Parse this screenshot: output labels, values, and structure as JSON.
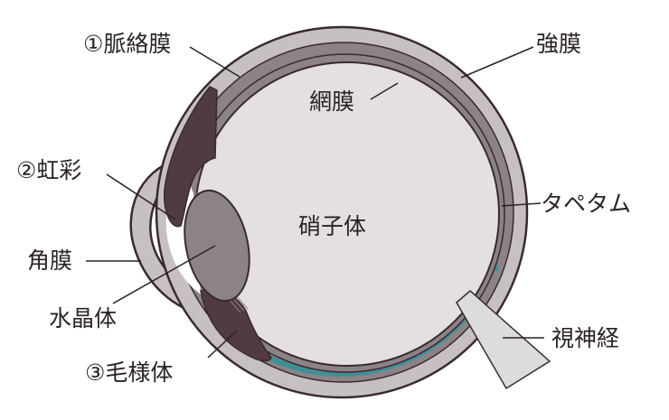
{
  "diagram": {
    "labels": {
      "choroid": "①脈絡膜",
      "sclera": "強膜",
      "retina": "網膜",
      "iris": "②虹彩",
      "vitreous": "硝子体",
      "tapetum": "タペタム",
      "cornea": "角膜",
      "lens": "水晶体",
      "optic_nerve": "視神経",
      "ciliary_body": "③毛様体"
    },
    "colors": {
      "outline": "#3a2a30",
      "sclera": "#c6c0c4",
      "choroid": "#8b8386",
      "tapetum": "#3f8f96",
      "vitreous": "#e3dfe2",
      "iris": "#503b42",
      "lens": "#8b8386",
      "nerve": "#dcdcdc",
      "leader": "#2a2326"
    }
  }
}
